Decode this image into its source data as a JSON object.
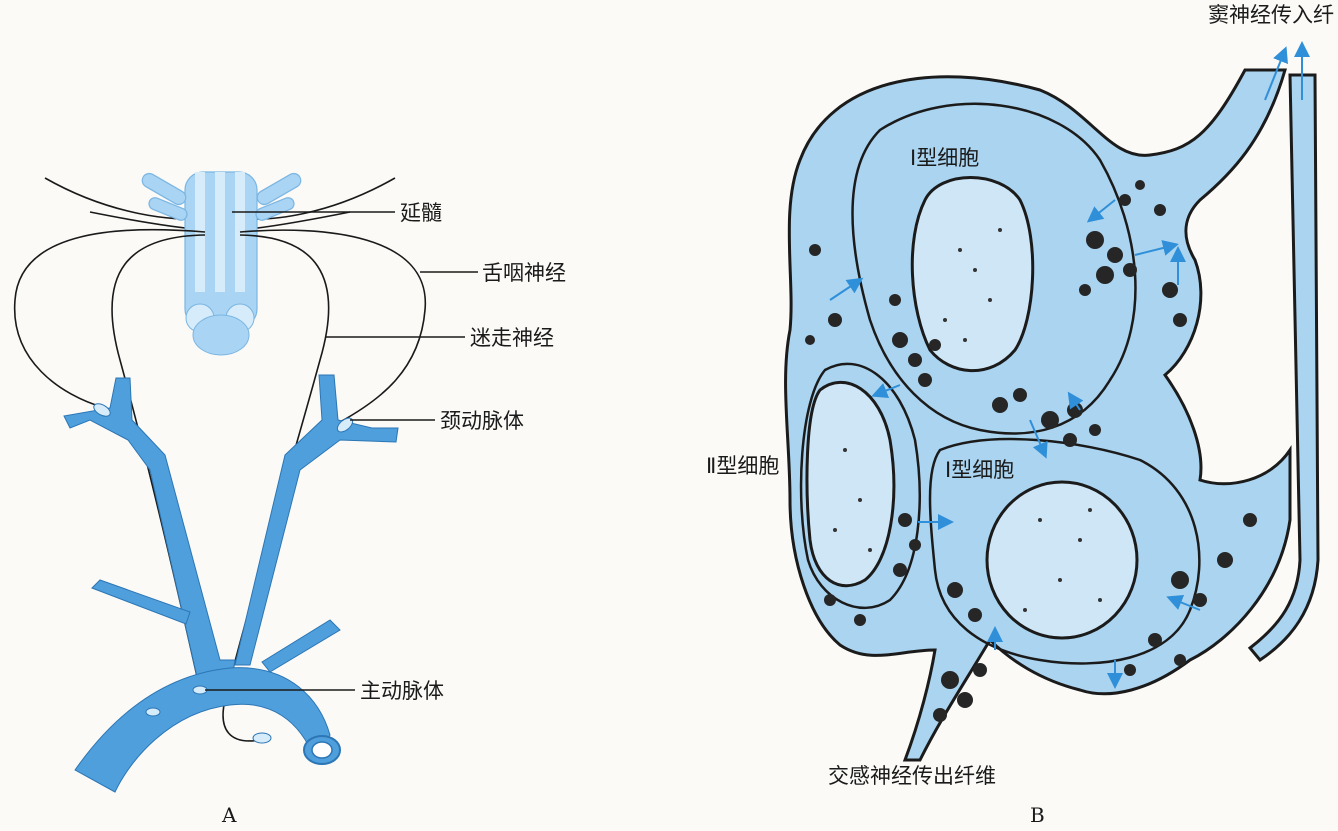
{
  "panels": {
    "a": {
      "letter": "A",
      "labels": {
        "medulla": "延髓",
        "glossopharyngeal": "舌咽神经",
        "vagus": "迷走神经",
        "carotid_body": "颈动脉体",
        "aortic_body": "主动脉体"
      }
    },
    "b": {
      "letter": "B",
      "labels": {
        "type1_top": "Ⅰ型细胞",
        "type1_bottom": "Ⅰ型细胞",
        "type2": "Ⅱ型细胞",
        "sinus_nerve": "窦神经传入纤",
        "sympathetic": "交感神经传出纤维"
      }
    }
  },
  "colors": {
    "vessel": "#4f9fdc",
    "medulla": "#a9d4f3",
    "cell": "#aad4f0",
    "arrow": "#2f8fd8",
    "ink": "#1a1a1a"
  }
}
